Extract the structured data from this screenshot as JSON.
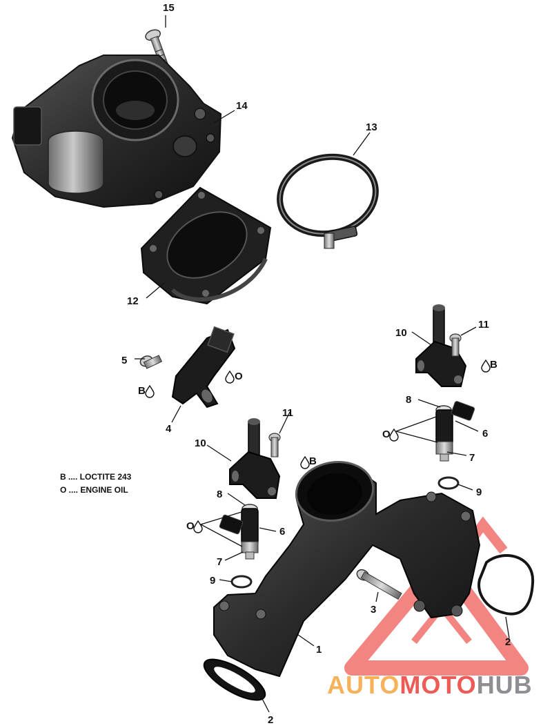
{
  "callouts": [
    {
      "id": "15",
      "label": "15"
    },
    {
      "id": "14",
      "label": "14"
    },
    {
      "id": "13",
      "label": "13"
    },
    {
      "id": "12",
      "label": "12"
    },
    {
      "id": "11a",
      "label": "11"
    },
    {
      "id": "10a",
      "label": "10"
    },
    {
      "id": "5",
      "label": "5"
    },
    {
      "id": "4",
      "label": "4"
    },
    {
      "id": "8a",
      "label": "8"
    },
    {
      "id": "6a",
      "label": "6"
    },
    {
      "id": "7a",
      "label": "7"
    },
    {
      "id": "9a",
      "label": "9"
    },
    {
      "id": "11b",
      "label": "11"
    },
    {
      "id": "10b",
      "label": "10"
    },
    {
      "id": "8b",
      "label": "8"
    },
    {
      "id": "6b",
      "label": "6"
    },
    {
      "id": "7b",
      "label": "7"
    },
    {
      "id": "9b",
      "label": "9"
    },
    {
      "id": "3",
      "label": "3"
    },
    {
      "id": "1",
      "label": "1"
    },
    {
      "id": "2a",
      "label": "2"
    },
    {
      "id": "2b",
      "label": "2"
    }
  ],
  "codes": {
    "loctite": "B",
    "oil": "O"
  },
  "legend": {
    "line1": "B .... LOCTITE 243",
    "line2": "O .... ENGINE OIL"
  },
  "watermark": {
    "part1": "AUTO",
    "part2": "MOTO",
    "part3": "HUB"
  },
  "colors": {
    "part": "#232323",
    "highlight": "#5a5a5a",
    "watermark_red": "#ee5b57",
    "watermark_orange": "#f5b25a",
    "watermark_gray": "#8f8f93"
  }
}
